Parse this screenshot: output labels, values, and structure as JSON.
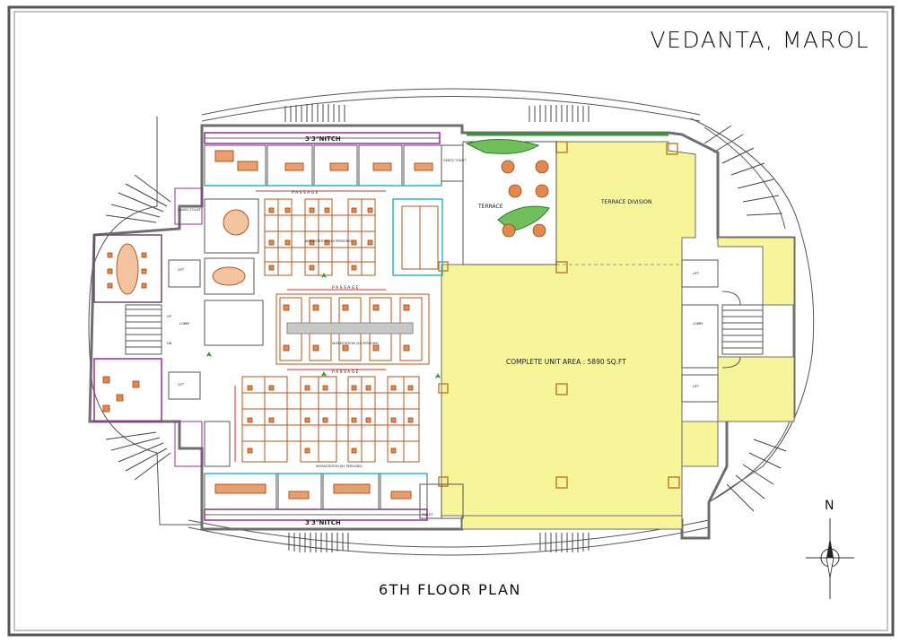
{
  "header": {
    "title": "VEDANTA, MAROL"
  },
  "footer": {
    "floor_title": "6TH FLOOR PLAN"
  },
  "compass": {
    "north_label": "N"
  },
  "labels": {
    "nitch_top": "3'3\"NITCH",
    "nitch_bottom": "3'3\"NITCH",
    "terrace": "TERRACE",
    "terrace_division": "TERRACE DIVISION",
    "unit_area": "COMPLETE UNIT AREA : 5890 SQ.FT",
    "passage_1": "P A S S A G E",
    "passage_2": "P A S S A G E",
    "passage_3": "P A S S A G E",
    "workstation_1": "WORKSTATION (XX PERSONS)",
    "workstation_2": "WORKSTATION (XX PERSONS)",
    "workstation_3": "WORKSTATION (61 PERSONS)",
    "ladies_toilet": "LADIES TOILET",
    "gents_toilet": "GENTS TOILET",
    "lift_1": "LIFT",
    "lift_2": "LIFT",
    "lift_3": "LIFT",
    "lift_4": "LIFT",
    "lobby_left": "LOBBY",
    "lobby_right": "LOBBY",
    "up": "UP",
    "dn": "DN",
    "toilet_bottom": "TOILET"
  },
  "colors": {
    "unit_fill": "#f6f59a",
    "wall": "#6e6e6e",
    "furniture": "#b5541c",
    "chair": "#d06a2a",
    "partition": "#9b2a9b",
    "glass": "#2fb5c8",
    "red_line": "#d03030",
    "plant": "#2c9a2c"
  }
}
